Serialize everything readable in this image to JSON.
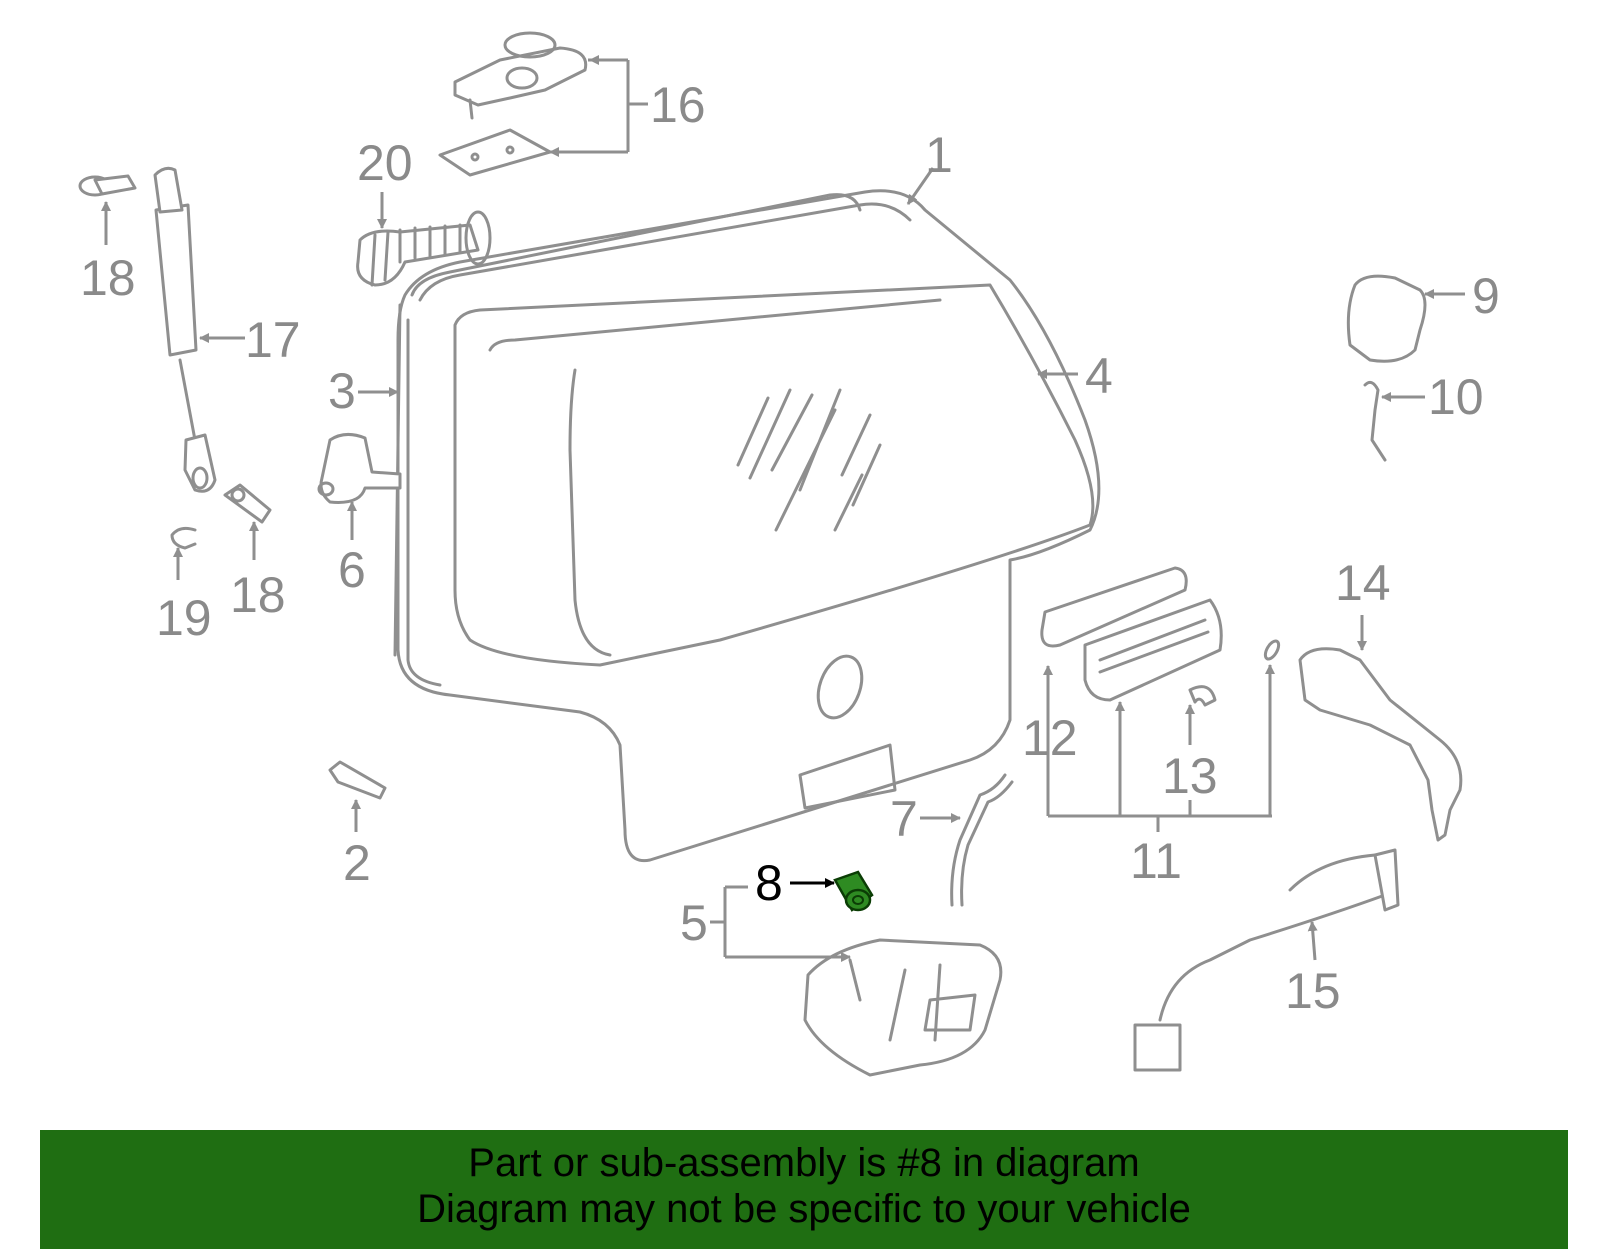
{
  "diagram": {
    "highlighted_part": "8",
    "highlight_color": "#2e8b22",
    "callouts": [
      "1",
      "2",
      "3",
      "4",
      "5",
      "6",
      "7",
      "8",
      "9",
      "10",
      "11",
      "12",
      "13",
      "14",
      "15",
      "16",
      "17",
      "18",
      "18",
      "19",
      "20"
    ]
  },
  "banner": {
    "background": "#1f6e12",
    "line1": "Part or sub-assembly is #8 in diagram",
    "line2": "Diagram may not be specific to your vehicle"
  }
}
